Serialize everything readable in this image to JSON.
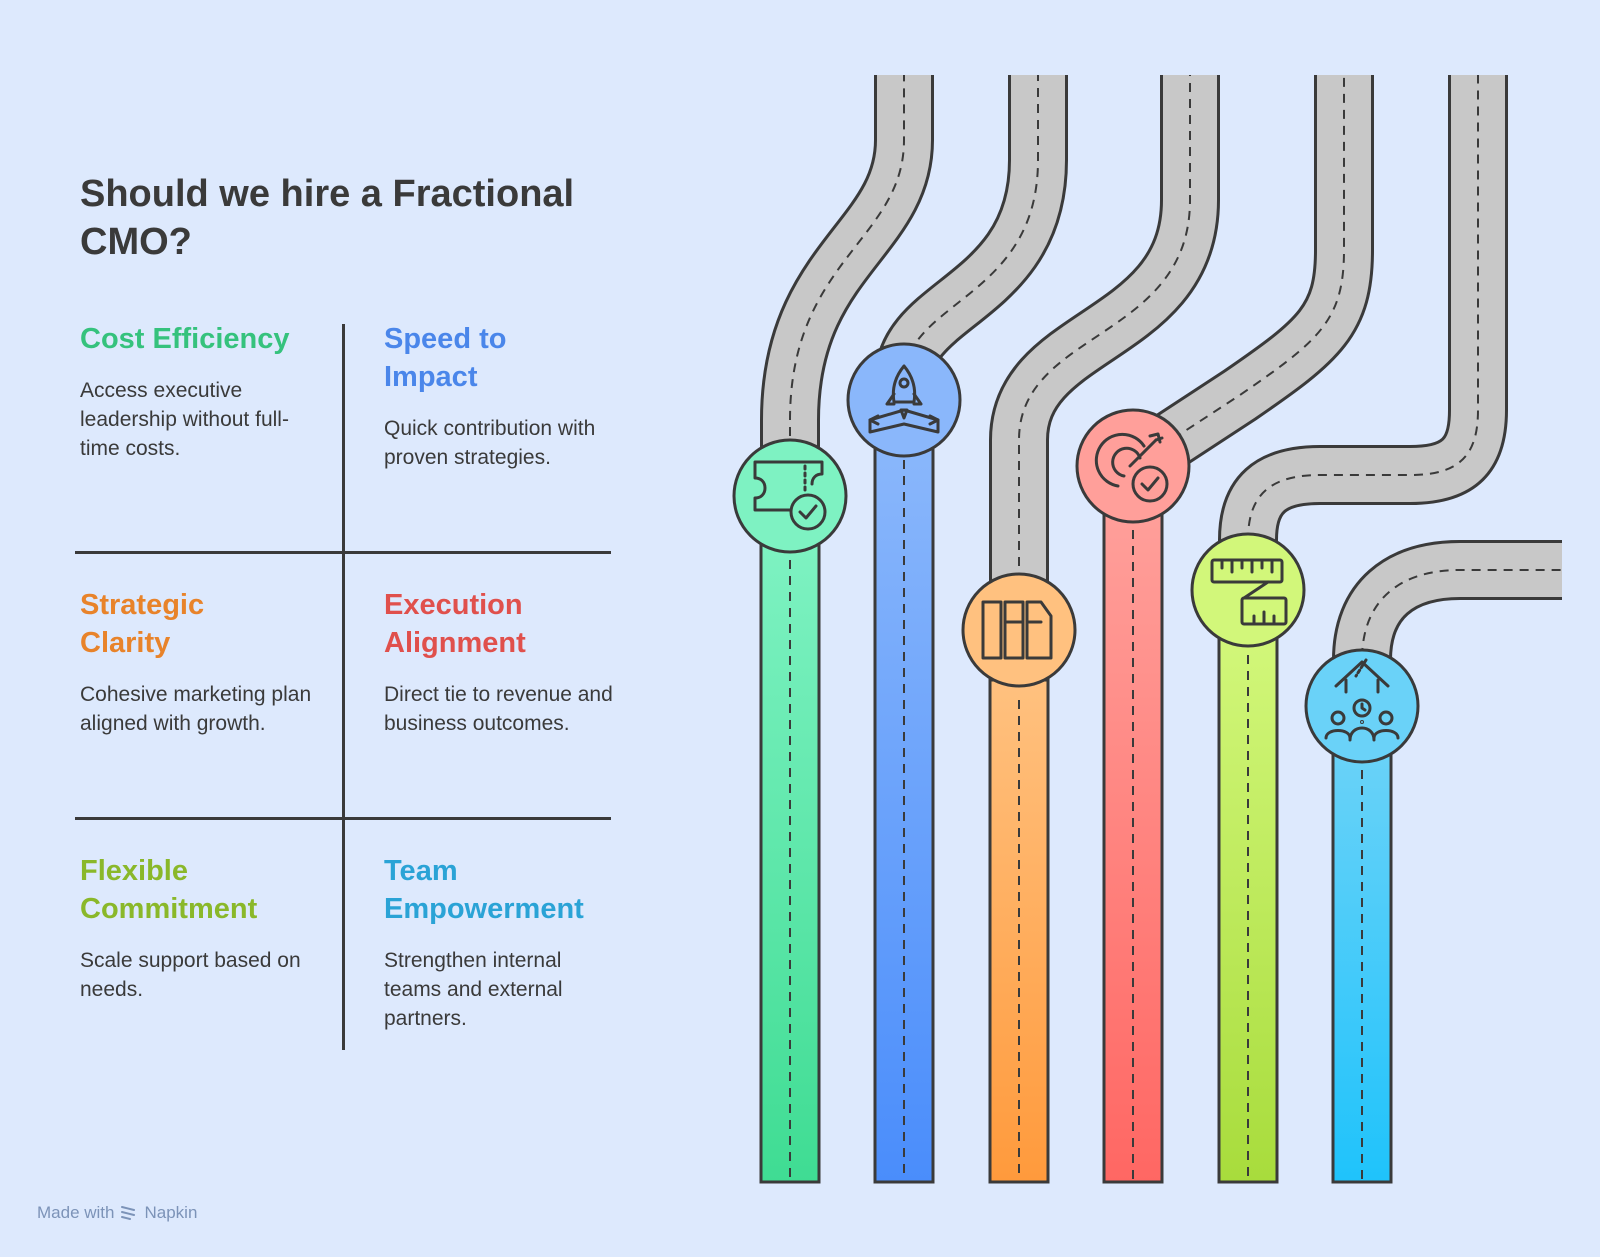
{
  "title": "Should we hire a Fractional CMO?",
  "benefits": [
    {
      "heading": "Cost Efficiency",
      "text": "Access executive leadership without full-time costs.",
      "color": "#35c27d",
      "icon": "ticket-check-icon"
    },
    {
      "heading": "Speed to Impact",
      "text": "Quick contribution with proven strategies.",
      "color": "#4a86ea",
      "icon": "rocket-launch-icon"
    },
    {
      "heading": "Strategic Clarity",
      "text": "Cohesive marketing plan aligned with growth.",
      "color": "#e8832a",
      "icon": "plan-columns-icon"
    },
    {
      "heading": "Execution Alignment",
      "text": "Direct tie to revenue and business outcomes.",
      "color": "#e0504c",
      "icon": "target-check-icon"
    },
    {
      "heading": "Flexible Commitment",
      "text": "Scale support based on needs.",
      "color": "#8ab82a",
      "icon": "measuring-tape-icon"
    },
    {
      "heading": "Team Empowerment",
      "text": "Strengthen internal teams and external partners.",
      "color": "#2aa3d6",
      "icon": "team-growth-icon"
    }
  ],
  "lanes": [
    {
      "top": "#7ef2c2",
      "bottom": "#3fdc93"
    },
    {
      "top": "#8ab7fb",
      "bottom": "#4a8dfb"
    },
    {
      "top": "#ffc17f",
      "bottom": "#ff9a3c"
    },
    {
      "top": "#ff9f9a",
      "bottom": "#ff6763"
    },
    {
      "top": "#d2f77a",
      "bottom": "#a8dc3c"
    },
    {
      "top": "#6ad2f8",
      "bottom": "#1fc3fb"
    }
  ],
  "footer": {
    "made_with": "Made with",
    "brand": "Napkin"
  }
}
